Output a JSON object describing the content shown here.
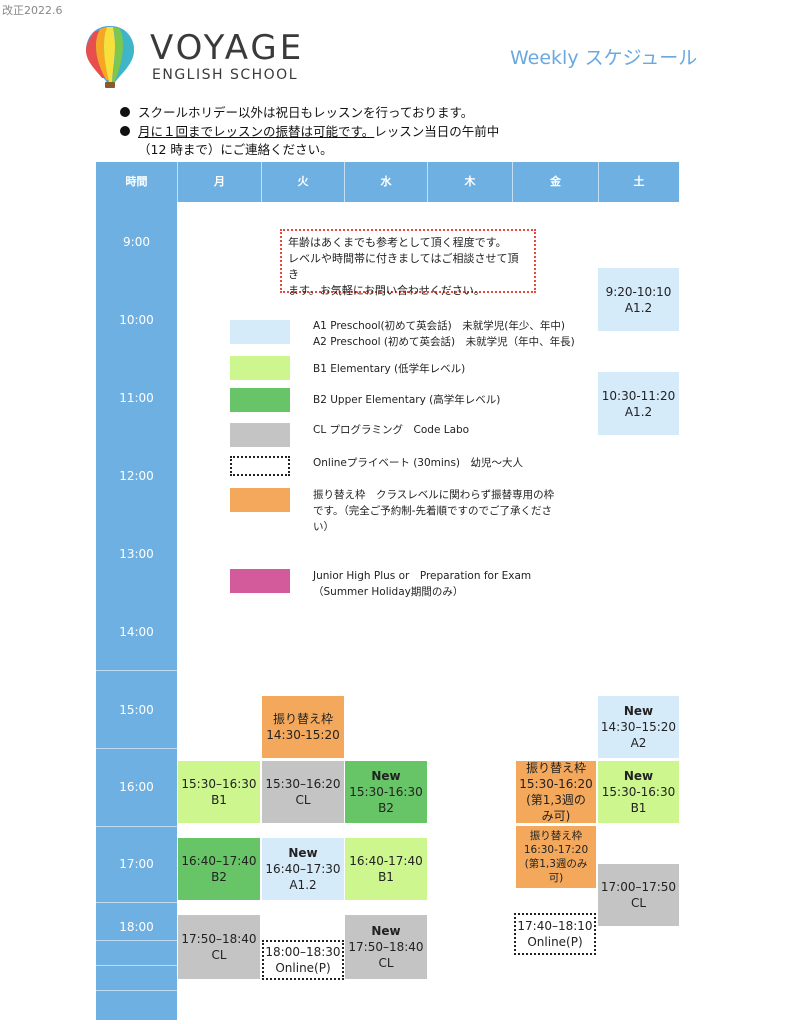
{
  "revised": "改正2022.6",
  "logo": {
    "title": "VOYAGE",
    "subtitle": "ENGLISH SCHOOL"
  },
  "heading": "Weekly スケジュール",
  "notes": {
    "n1": "スクールホリデー以外は祝日もレッスンを行っております。",
    "n2_under": "月に１回までレッスンの振替は可能です。",
    "n2_rest": "レッスン当日の午前中",
    "n3": "（12 時まで）にご連絡ください。"
  },
  "days": {
    "time": "時間",
    "mon": "月",
    "tue": "火",
    "wed": "水",
    "thu": "木",
    "fri": "金",
    "sat": "土"
  },
  "times": {
    "t9": "9:00",
    "t10": "10:00",
    "t11": "11:00",
    "t12": "12:00",
    "t13": "13:00",
    "t14": "14:00",
    "t15": "15:00",
    "t16": "16:00",
    "t17": "17:00",
    "t18": "18:00"
  },
  "remark": {
    "l1": "年齢はあくまでも参考として頂く程度です。",
    "l2": "レベルや時間帯に付きましてはご相談させて頂き",
    "l3": "ます。お気軽にお問い合わせください。"
  },
  "legend": {
    "a1": "A1 Preschool(初めて英会話)　未就学児(年少、年中)",
    "a2": "A2 Preschool (初めて英会話)　未就学児（年中、年長)",
    "b1": "B1 Elementary (低学年レベル)",
    "b2": "B2 Upper Elementary (高学年レベル)",
    "cl": "CL プログラミング　Code Labo",
    "online": "Onlineプライベート (30mins)　幼児〜大人",
    "furikae1": "振り替え枠　クラスレベルに関わらず振替専用の枠",
    "furikae2": "です。（完全ご予約制-先着順ですのでご了承くださ",
    "furikae3": "い）",
    "jh1": "Junior High Plus or　Preparation for Exam",
    "jh2": "（Summer Holiday期間のみ）"
  },
  "colors": {
    "a": "#d6ebfa",
    "b1": "#cdf68e",
    "b2": "#67c567",
    "cl": "#c4c4c4",
    "furikae": "#f4a85c",
    "junior": "#d35a9b",
    "header": "#6fb0e3"
  },
  "lessons": {
    "sat1": {
      "time": "9:20-10:10",
      "level": "A1.2"
    },
    "sat2": {
      "time": "10:30-11:20",
      "level": "A1.2"
    },
    "tue1": {
      "label": "振り替え枠",
      "time": "14:30-15:20"
    },
    "sat3": {
      "new": "New",
      "time": "14:30–15:20",
      "level": "A2"
    },
    "mon1": {
      "time": "15:30–16:30",
      "level": "B1"
    },
    "tue2": {
      "time": "15:30–16:20",
      "level": "CL"
    },
    "wed1": {
      "new": "New",
      "time": "15:30-16:30",
      "level": "B2"
    },
    "fri1": {
      "label": "振り替え枠",
      "time": "15:30-16:20",
      "note1": "(第1,3週の",
      "note2": "み可)"
    },
    "sat4": {
      "new": "New",
      "time": "15:30-16:30",
      "level": "B1"
    },
    "mon2": {
      "time": "16:40–17:40",
      "level": "B2"
    },
    "tue3": {
      "new": "New",
      "time": "16:40–17:30",
      "level": "A1.2"
    },
    "wed2": {
      "time": "16:40-17:40",
      "level": "B1"
    },
    "fri2": {
      "label": "振り替え枠",
      "time": "16:30-17:20",
      "note1": "(第1,3週のみ",
      "note2": "可)"
    },
    "sat5": {
      "time": "17:00–17:50",
      "level": "CL"
    },
    "mon3": {
      "time": "17:50–18:40",
      "level": "CL"
    },
    "tue4": {
      "time": "18:00–18:30",
      "level": "Online(P)"
    },
    "wed3": {
      "new": "New",
      "time": "17:50–18:40",
      "level": "CL"
    },
    "fri3": {
      "time": "17:40–18:10",
      "level": "Online(P)"
    }
  }
}
